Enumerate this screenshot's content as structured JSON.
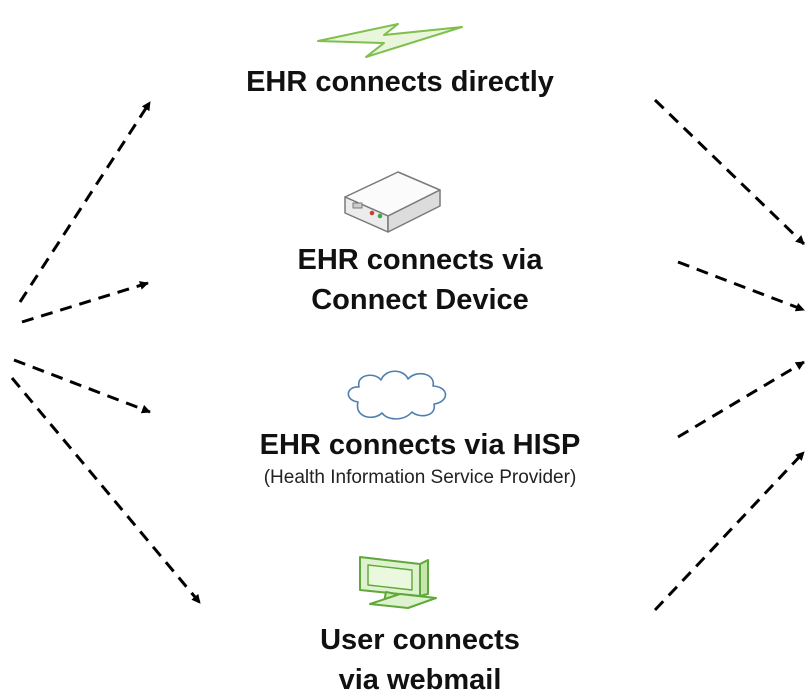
{
  "options": [
    {
      "id": "direct",
      "icon": "lightning-bolt-icon",
      "lines": [
        "EHR connects directly"
      ]
    },
    {
      "id": "device",
      "icon": "connect-device-icon",
      "lines": [
        "EHR connects via",
        "Connect Device"
      ]
    },
    {
      "id": "hisp",
      "icon": "cloud-icon",
      "lines": [
        "EHR connects via HISP"
      ],
      "subtitle": "(Health Information Service Provider)"
    },
    {
      "id": "webmail",
      "icon": "computer-monitor-icon",
      "lines": [
        "User connects",
        "via webmail"
      ]
    }
  ],
  "colors": {
    "text": "#111111",
    "arrows": "#000000",
    "bolt_stroke": "#7fbf4d",
    "bolt_fill": "#e9f6dc",
    "monitor_stroke": "#5fa83a",
    "monitor_fill": "#dff2cf",
    "cloud_stroke": "#4f7fb0",
    "cloud_fill": "#ffffff",
    "device_fill": "#f4f4f4",
    "device_stroke": "#7a7a7a"
  }
}
